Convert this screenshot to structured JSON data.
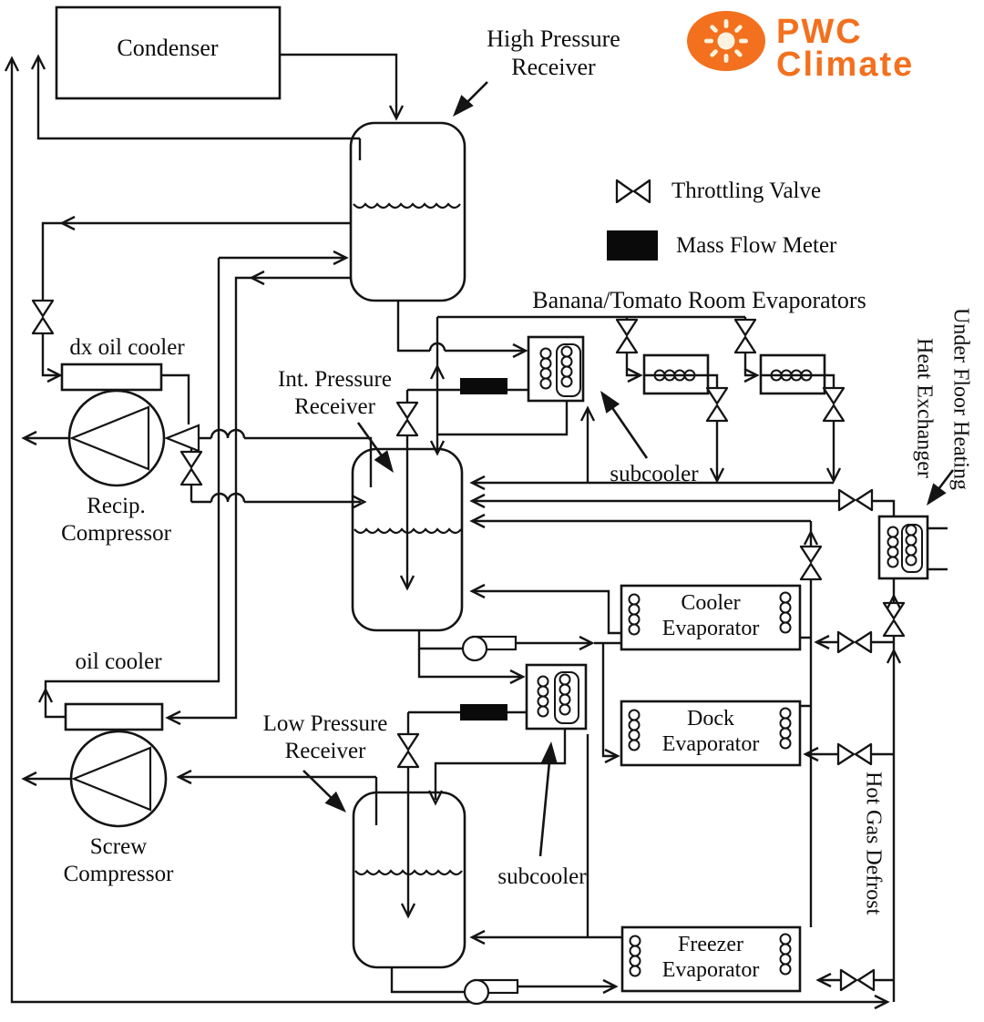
{
  "logo": {
    "line1": "PWC",
    "line2": "Climate",
    "accent_color": "#F3701E",
    "sun_fill": "#FBF3DF",
    "icon": "sun-icon"
  },
  "legend": {
    "throttling_valve_label": "Throttling Valve",
    "mass_flow_meter_label": "Mass Flow Meter",
    "throttling_valve_icon": "bowtie-valve-icon",
    "mass_flow_meter_icon": "black-rect-meter-icon"
  },
  "labels": {
    "condenser": "Condenser",
    "high_pressure_receiver_1": "High Pressure",
    "high_pressure_receiver_2": "Receiver",
    "int_pressure_receiver_1": "Int. Pressure",
    "int_pressure_receiver_2": "Receiver",
    "low_pressure_receiver_1": "Low Pressure",
    "low_pressure_receiver_2": "Receiver",
    "recip_compressor_1": "Recip.",
    "recip_compressor_2": "Compressor",
    "screw_compressor_1": "Screw",
    "screw_compressor_2": "Compressor",
    "dx_oil_cooler": "dx oil cooler",
    "oil_cooler": "oil cooler",
    "subcooler_upper": "subcooler",
    "subcooler_lower": "subcooler",
    "banana_tomato": "Banana/Tomato Room Evaporators",
    "cooler_evaporator_1": "Cooler",
    "cooler_evaporator_2": "Evaporator",
    "dock_evaporator_1": "Dock",
    "dock_evaporator_2": "Evaporator",
    "freezer_evaporator_1": "Freezer",
    "freezer_evaporator_2": "Evaporator",
    "under_floor_heating_1": "Under Floor Heating",
    "under_floor_heating_2": "Heat Exchanger",
    "hot_gas_defrost": "Hot Gas Defrost"
  },
  "line_color": "#141414"
}
